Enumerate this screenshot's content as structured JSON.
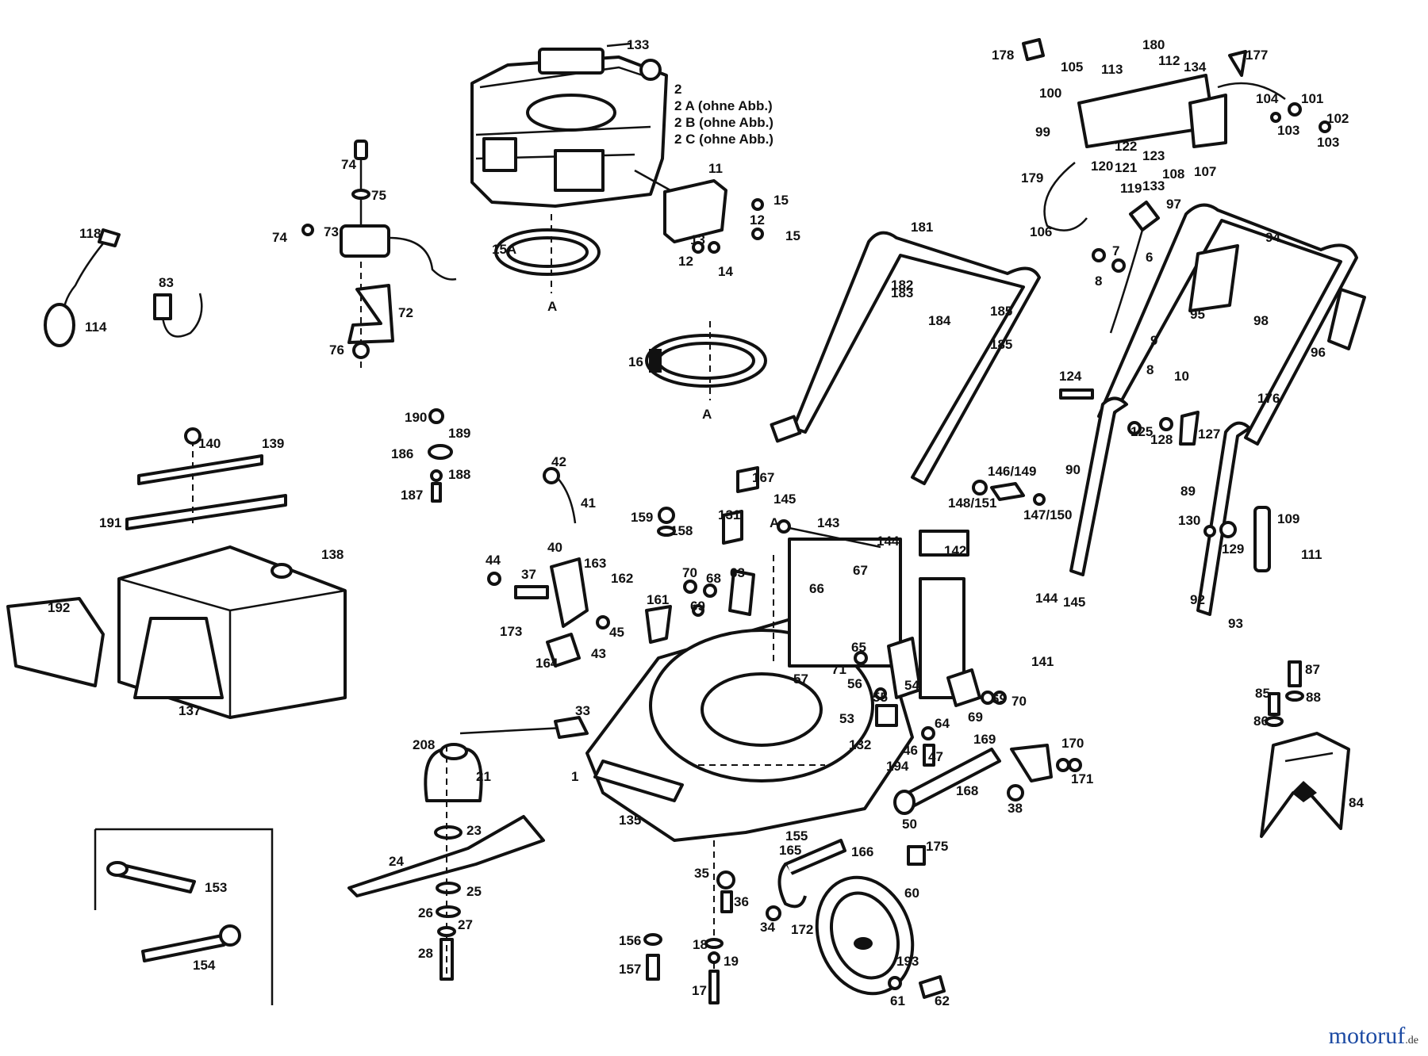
{
  "engine_variants": [
    "2",
    "2 A (ohne Abb.)",
    "2 B (ohne Abb.)",
    "2 C (ohne Abb.)"
  ],
  "section_markers": [
    "A",
    "A",
    "A"
  ],
  "labels": {
    "l1": "1",
    "l6": "6",
    "l7": "7",
    "l8": "8",
    "l8b": "8",
    "l9": "9",
    "l10": "10",
    "l11": "11",
    "l12a": "12",
    "l12b": "12",
    "l13": "13",
    "l14": "14",
    "l15a": "15",
    "l15b": "15",
    "l15A": "15A",
    "l16": "16",
    "l17": "17",
    "l18": "18",
    "l19": "19",
    "l21": "21",
    "l23": "23",
    "l24": "24",
    "l25": "25",
    "l26": "26",
    "l27": "27",
    "l28": "28",
    "l33": "33",
    "l34": "34",
    "l35": "35",
    "l36": "36",
    "l37": "37",
    "l38": "38",
    "l40": "40",
    "l41": "41",
    "l42": "42",
    "l43": "43",
    "l44": "44",
    "l45": "45",
    "l46": "46",
    "l47": "47",
    "l50": "50",
    "l51": "51",
    "l53": "53",
    "l54": "54",
    "l55": "55",
    "l56": "56",
    "l57": "57",
    "l60": "60",
    "l61": "61",
    "l62": "62",
    "l63": "63",
    "l64": "64",
    "l65": "65",
    "l66": "66",
    "l67": "67",
    "l68": "68",
    "l69": "69",
    "l69b": "69",
    "l69c": "69",
    "l70": "70",
    "l70b": "70",
    "l71": "71",
    "l72": "72",
    "l73": "73",
    "l74": "74",
    "l74b": "74",
    "l75": "75",
    "l76": "76",
    "l83": "83",
    "l84": "84",
    "l85": "85",
    "l86": "86",
    "l87": "87",
    "l88": "88",
    "l89": "89",
    "l90": "90",
    "l92": "92",
    "l93": "93",
    "l94": "94",
    "l95": "95",
    "l96": "96",
    "l97": "97",
    "l98": "98",
    "l99": "99",
    "l100": "100",
    "l101": "101",
    "l102": "102",
    "l103a": "103",
    "l103b": "103",
    "l104": "104",
    "l105": "105",
    "l106": "106",
    "l107": "107",
    "l108": "108",
    "l109": "109",
    "l111": "111",
    "l112": "112",
    "l113": "113",
    "l114": "114",
    "l118": "118",
    "l119": "119",
    "l120": "120",
    "l121": "121",
    "l122": "122",
    "l123": "123",
    "l124": "124",
    "l125": "125",
    "l127": "127",
    "l128": "128",
    "l129": "129",
    "l130": "130",
    "l131": "131",
    "l132": "132",
    "l133": "133",
    "l134": "134",
    "l135": "135",
    "l137": "137",
    "l138": "138",
    "l139": "139",
    "l140": "140",
    "l141": "141",
    "l142": "142",
    "l143": "143",
    "l144a": "144",
    "l144b": "144",
    "l145a": "145",
    "l145b": "145",
    "l146": "146/149",
    "l147": "147/150",
    "l148": "148/151",
    "l153": "153",
    "l154": "154",
    "l155": "155",
    "l156": "156",
    "l157": "157",
    "l158": "158",
    "l159": "159",
    "l161": "161",
    "l162": "162",
    "l163": "163",
    "l164": "164",
    "l165": "165",
    "l166": "166",
    "l167": "167",
    "l168": "168",
    "l169": "169",
    "l170": "170",
    "l171": "171",
    "l172": "172",
    "l173": "173",
    "l175": "175",
    "l176": "176",
    "l177": "177",
    "l178": "178",
    "l179": "179",
    "l180": "180",
    "l181": "181",
    "l182": "182",
    "l183": "183",
    "l184": "184",
    "l185": "185",
    "l185b": "185",
    "l186": "186",
    "l187": "187",
    "l188": "188",
    "l189": "189",
    "l190": "190",
    "l191": "191",
    "l192": "192",
    "l193": "193",
    "l194": "194",
    "l208": "208"
  },
  "watermark": {
    "brand": "motoruf",
    "tld": ".de"
  }
}
